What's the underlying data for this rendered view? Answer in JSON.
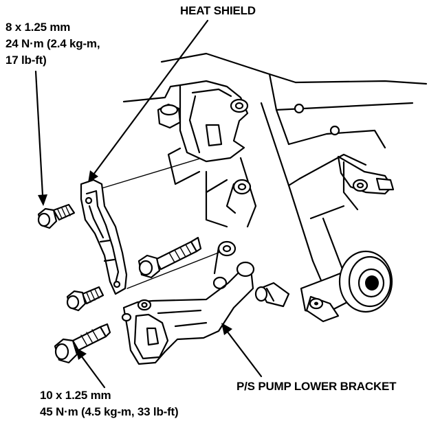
{
  "callouts": {
    "heat_shield": "HEAT SHIELD",
    "small_bolt": {
      "line1": "8 x 1.25 mm",
      "line2": "24 N·m (2.4 kg-m,",
      "line3": "17 lb-ft)"
    },
    "lower_bracket": "P/S PUMP LOWER BRACKET",
    "large_bolt": {
      "line1": "10 x 1.25 mm",
      "line2": "45 N·m (4.5 kg-m, 33 lb-ft)"
    }
  }
}
